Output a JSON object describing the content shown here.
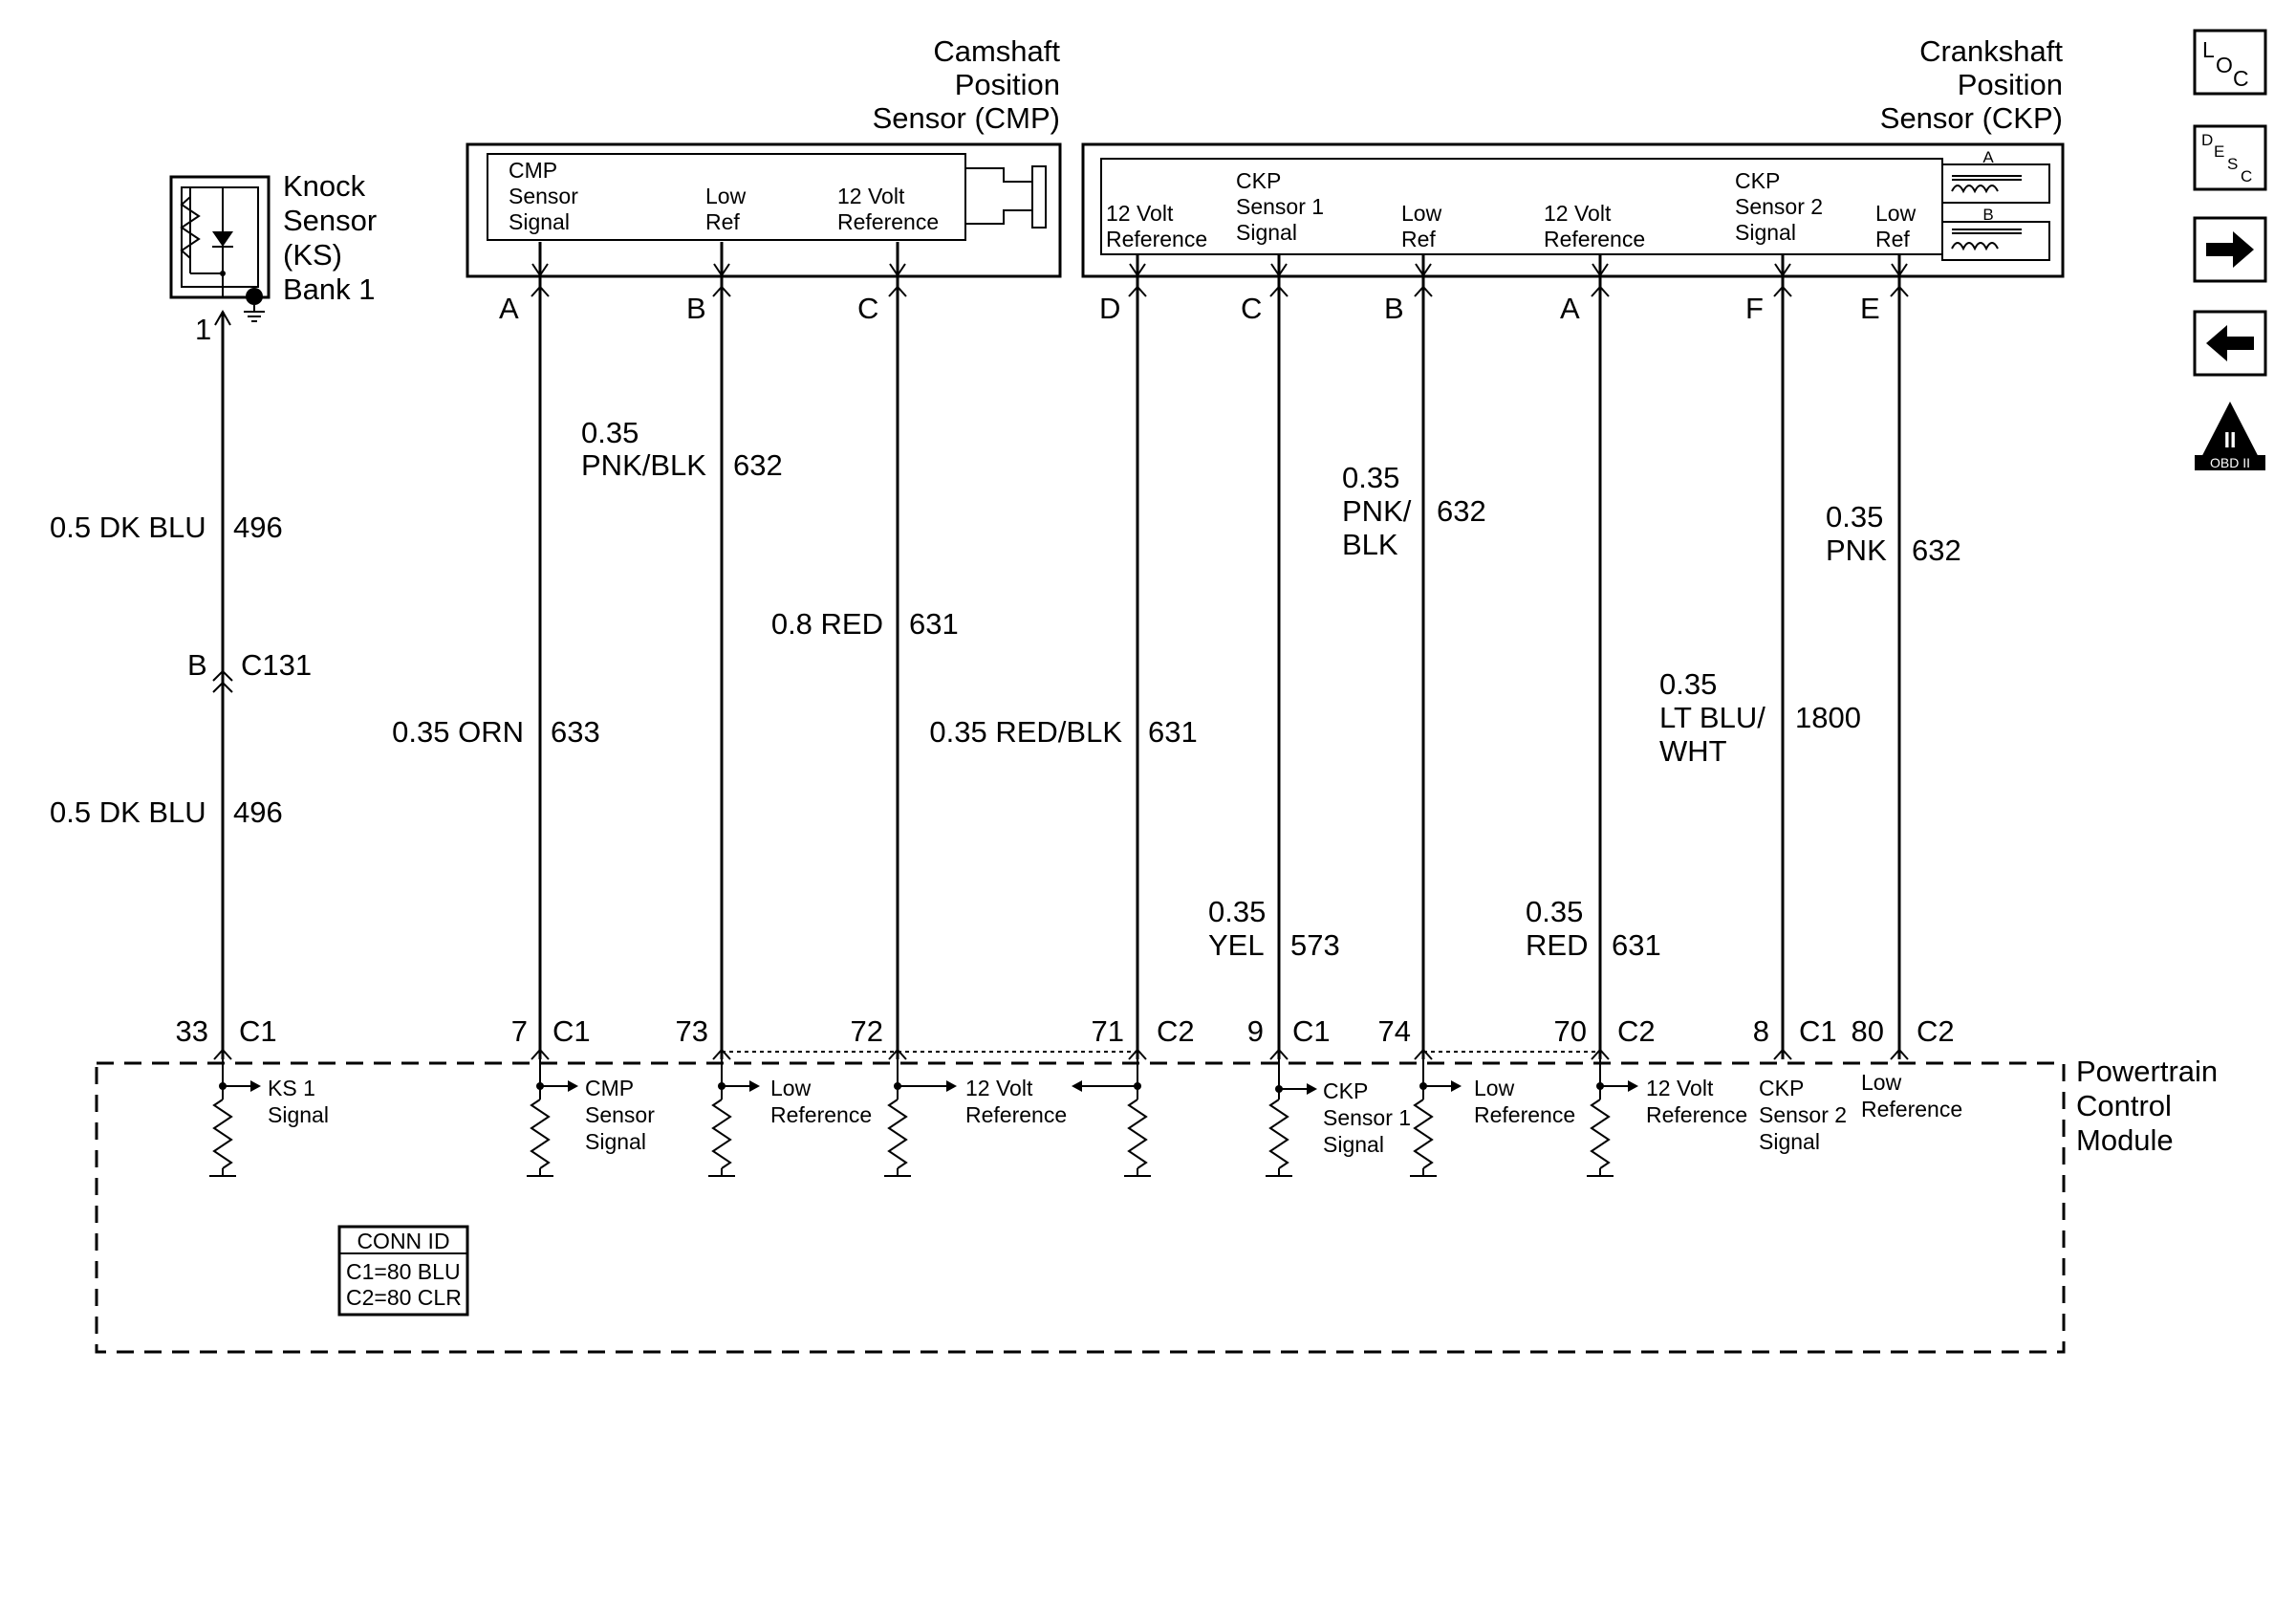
{
  "nav": {
    "loc": "LOC",
    "desc": "DESC",
    "obd": "OBD II",
    "obd_numeral": "II"
  },
  "ks": {
    "title_lines": [
      "Knock",
      "Sensor",
      "(KS)",
      "Bank 1"
    ],
    "pin": "1",
    "wire_upper": {
      "gauge_color": "0.5 DK BLU",
      "circuit": "496"
    },
    "inline_connector": {
      "pin": "B",
      "name": "C131"
    },
    "wire_lower": {
      "gauge_color": "0.5 DK BLU",
      "circuit": "496"
    }
  },
  "cmp": {
    "title_lines": [
      "Camshaft",
      "Position",
      "Sensor (CMP)"
    ],
    "pin_labels": {
      "a": [
        "CMP",
        "Sensor",
        "Signal"
      ],
      "b": [
        "Low",
        "Ref"
      ],
      "c": [
        "12 Volt",
        "Reference"
      ]
    },
    "pins": {
      "a": "A",
      "b": "B",
      "c": "C"
    }
  },
  "ckp": {
    "title_lines": [
      "Crankshaft",
      "Position",
      "Sensor (CKP)"
    ],
    "pin_labels": {
      "d": [
        "12 Volt",
        "Reference"
      ],
      "c": [
        "CKP",
        "Sensor 1",
        "Signal"
      ],
      "b": [
        "Low",
        "Ref"
      ],
      "a": [
        "12 Volt",
        "Reference"
      ],
      "f": [
        "CKP",
        "Sensor 2",
        "Signal"
      ],
      "e": [
        "Low",
        "Ref"
      ]
    },
    "coil_labels": {
      "a": "A",
      "b": "B"
    },
    "pins": {
      "d": "D",
      "c": "C",
      "b": "B",
      "a": "A",
      "f": "F",
      "e": "E"
    }
  },
  "wires": {
    "cmp_signal": {
      "gauge_color": "0.35 ORN",
      "circuit": "633"
    },
    "cmp_low": {
      "gauge": "0.35",
      "color": "PNK/BLK",
      "circuit": "632"
    },
    "cmp_ref": {
      "gauge_color": "0.8 RED",
      "circuit": "631"
    },
    "ckp_ref_d": {
      "gauge_color": "0.35 RED/BLK",
      "circuit": "631"
    },
    "ckp_s1": {
      "gauge": "0.35",
      "color": "YEL",
      "circuit": "573"
    },
    "ckp_low_b": {
      "gauge": "0.35",
      "color1": "PNK/",
      "color2": "BLK",
      "circuit": "632"
    },
    "ckp_ref_a": {
      "gauge": "0.35",
      "color": "RED",
      "circuit": "631"
    },
    "ckp_s2": {
      "gauge": "0.35",
      "color1": "LT BLU/",
      "color2": "WHT",
      "circuit": "1800"
    },
    "ckp_low_e": {
      "gauge": "0.35",
      "color": "PNK",
      "circuit": "632"
    }
  },
  "pcm": {
    "title_lines": [
      "Powertrain",
      "Control",
      "Module"
    ],
    "terminals": {
      "ks": {
        "pin": "33",
        "conn": "C1"
      },
      "cmp_sig": {
        "pin": "7",
        "conn": "C1"
      },
      "cmp_low": {
        "pin": "73"
      },
      "cmp_ref": {
        "pin": "72"
      },
      "ckp_ref_d": {
        "pin": "71",
        "conn": "C2"
      },
      "ckp_s1": {
        "pin": "9",
        "conn": "C1"
      },
      "ckp_low_b": {
        "pin": "74"
      },
      "ckp_ref_a": {
        "pin": "70",
        "conn": "C2"
      },
      "ckp_s2": {
        "pin": "8",
        "conn": "C1"
      },
      "ckp_low_e": {
        "pin": "80",
        "conn": "C2"
      }
    },
    "internal_labels": {
      "ks": [
        "KS 1",
        "Signal"
      ],
      "cmp": [
        "CMP",
        "Sensor",
        "Signal"
      ],
      "low1": [
        "Low",
        "Reference"
      ],
      "ref1": [
        "12 Volt",
        "Reference"
      ],
      "ckp1": [
        "CKP",
        "Sensor 1",
        "Signal"
      ],
      "low2": [
        "Low",
        "Reference"
      ],
      "ref2": [
        "12 Volt",
        "Reference"
      ],
      "ckp2": [
        "CKP",
        "Sensor 2",
        "Signal"
      ],
      "low3": [
        "Low",
        "Reference"
      ]
    },
    "conn_id": {
      "title": "CONN ID",
      "lines": [
        "C1=80 BLU",
        "C2=80 CLR"
      ]
    }
  }
}
